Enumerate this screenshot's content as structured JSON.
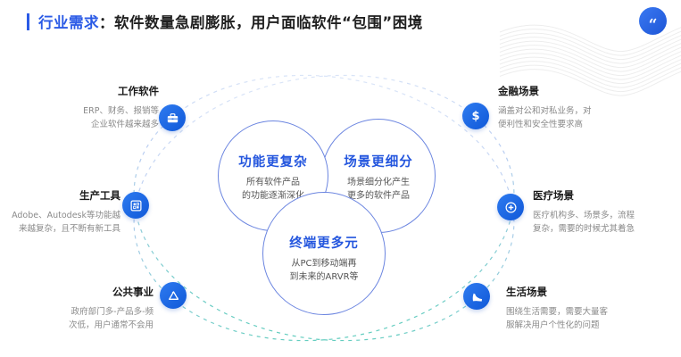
{
  "header": {
    "title_highlight": "行业需求",
    "title_rest": "：软件数量急剧膨胀，用户面临软件“包围”困境"
  },
  "quote": {
    "glyph": "“"
  },
  "colors": {
    "accent_blue": "#2b5be6",
    "icon_blue": "#1e6ae4",
    "venn_stroke": "#6b85e0",
    "venn_title_blue": "#2456de",
    "dash_teal": "#5ecdbc"
  },
  "venn": {
    "circles": [
      {
        "title": "功能更复杂",
        "desc1": "所有软件产品",
        "desc2": "的功能逐渐深化"
      },
      {
        "title": "场景更细分",
        "desc1": "场景细分化产生",
        "desc2": "更多的软件产品"
      },
      {
        "title": "终端更多元",
        "desc1": "从PC到移动端再",
        "desc2": "到未来的ARVR等"
      }
    ]
  },
  "left_items": [
    {
      "title": "工作软件",
      "desc1": "ERP、财务、报销等",
      "desc2": "企业软件越来越多",
      "icon": "briefcase-icon"
    },
    {
      "title": "生产工具",
      "desc1": "Adobe、Autodesk等功能越",
      "desc2": "来越复杂，且不断有新工具",
      "icon": "grid-icon"
    },
    {
      "title": "公共事业",
      "desc1": "政府部门多-产品多-频",
      "desc2": "次低，用户通常不会用",
      "icon": "recycle-icon"
    }
  ],
  "right_items": [
    {
      "title": "金融场景",
      "desc1": "涵盖对公和对私业务，对",
      "desc2": "便利性和安全性要求高",
      "icon": "dollar-icon",
      "glyph": "$"
    },
    {
      "title": "医疗场景",
      "desc1": "医疗机构多、场景多，流程",
      "desc2": "复杂，需要的时候尤其着急",
      "icon": "medical-cross-icon"
    },
    {
      "title": "生活场景",
      "desc1": "围绕生活需要，需要大量客",
      "desc2": "服解决用户个性化的问题",
      "icon": "high-heel-icon"
    }
  ]
}
